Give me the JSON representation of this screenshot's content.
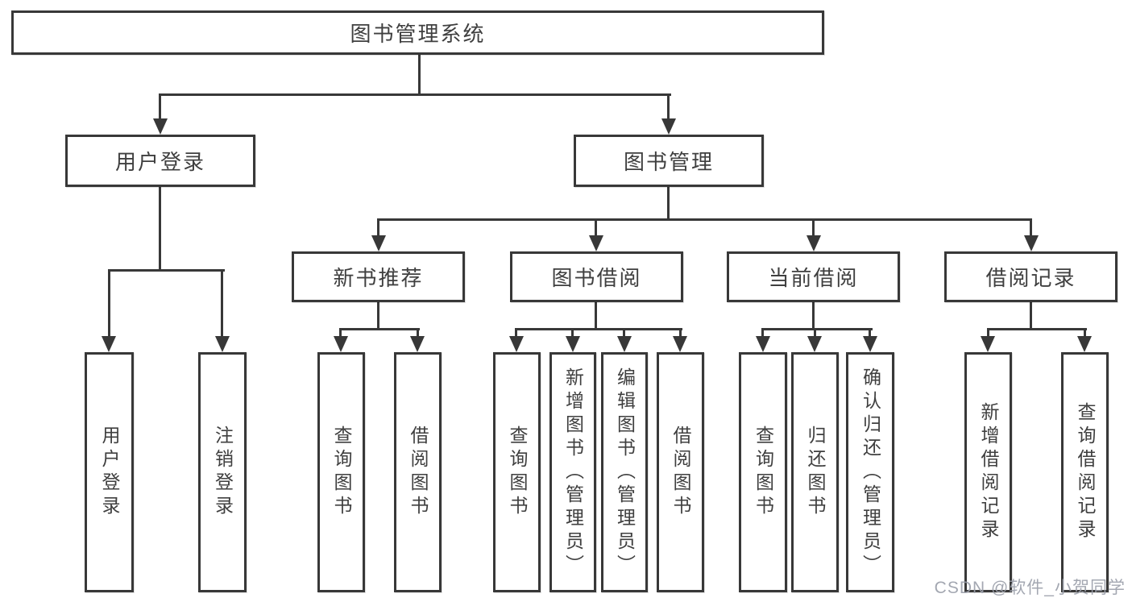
{
  "tree": {
    "root": {
      "label": "图书管理系统",
      "children": [
        {
          "label": "用户登录",
          "children": [
            {
              "label": "用户登录"
            },
            {
              "label": "注销登录"
            }
          ]
        },
        {
          "label": "图书管理",
          "children": [
            {
              "label": "新书推荐",
              "children": [
                {
                  "label": "查询图书"
                },
                {
                  "label": "借阅图书"
                }
              ]
            },
            {
              "label": "图书借阅",
              "children": [
                {
                  "label": "查询图书"
                },
                {
                  "label": "新增图书（管理员）"
                },
                {
                  "label": "编辑图书（管理员）"
                },
                {
                  "label": "借阅图书"
                }
              ]
            },
            {
              "label": "当前借阅",
              "children": [
                {
                  "label": "查询图书"
                },
                {
                  "label": "归还图书"
                },
                {
                  "label": "确认归还（管理员）"
                }
              ]
            },
            {
              "label": "借阅记录",
              "children": [
                {
                  "label": "新增借阅记录"
                },
                {
                  "label": "查询借阅记录"
                }
              ]
            }
          ]
        }
      ]
    }
  },
  "colors": {
    "line": "#383838",
    "text": "#3f3f3f",
    "background": "#ffffff",
    "watermark": "#9b9faa"
  },
  "watermark": {
    "text": "CSDN @软件_小贺同学"
  }
}
